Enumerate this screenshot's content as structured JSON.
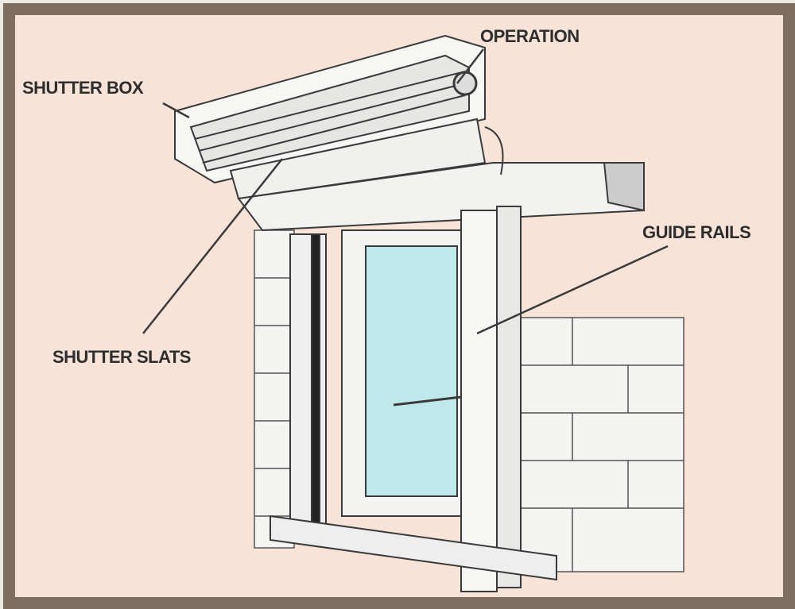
{
  "diagram": {
    "subject": "roller-shutter-window",
    "labels": {
      "shutter_box": "SHUTTER BOX",
      "operation": "OPERATION",
      "guide_rails": "GUIDE RAILS",
      "shutter_slats": "SHUTTER SLATS"
    },
    "colors": {
      "frame": "#7e6e62",
      "background": "#f8e3d8",
      "glass": "#bfe8ea",
      "line": "#333333"
    }
  }
}
